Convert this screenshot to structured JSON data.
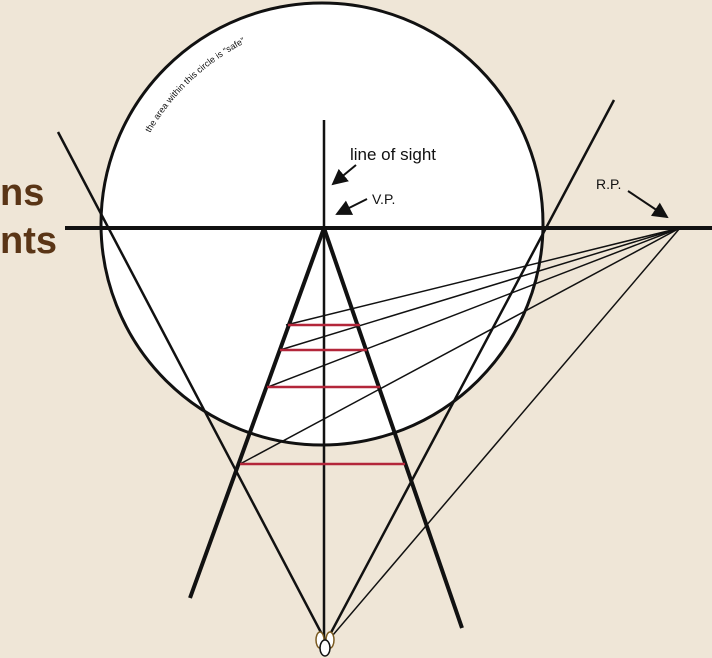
{
  "heading": {
    "line1": "ns",
    "line2": "nts"
  },
  "labels": {
    "circle_note": "the area within this circle is “safe”",
    "line_of_sight": "line of sight",
    "vanishing_point": "V.P.",
    "reference_point": "R.P."
  },
  "colors": {
    "background": "#efe6d7",
    "heading": "#5a3516",
    "lines": "#111111",
    "rungs": "#b3263a",
    "circle_fill": "#ffffff"
  }
}
